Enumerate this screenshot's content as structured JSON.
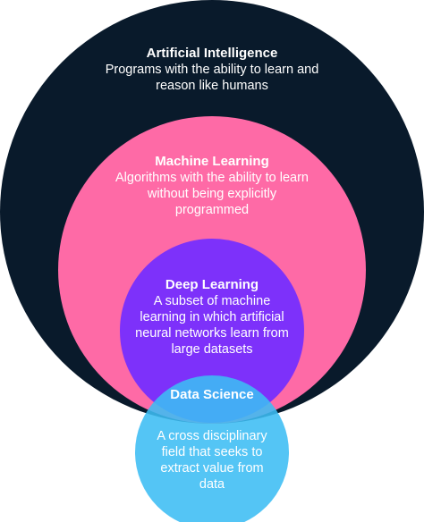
{
  "colors": {
    "artificial_intelligence": "#091a2b",
    "machine_learning": "#fe6aa6",
    "deep_learning": "#7d31fa",
    "data_science": "#3cbdf4",
    "text": "#ffffff"
  },
  "circles": [
    {
      "id": "artificial-intelligence",
      "title": "Artificial Intelligence",
      "description": "Programs with the ability to learn and reason like humans"
    },
    {
      "id": "machine-learning",
      "title": "Machine Learning",
      "description": "Algorithms with the ability to learn without being explicitly programmed"
    },
    {
      "id": "deep-learning",
      "title": "Deep Learning",
      "description": "A subset of machine learning in which artificial neural networks learn from large datasets"
    },
    {
      "id": "data-science",
      "title": "Data Science",
      "description": "A cross disciplinary field that seeks to extract value from data"
    }
  ]
}
